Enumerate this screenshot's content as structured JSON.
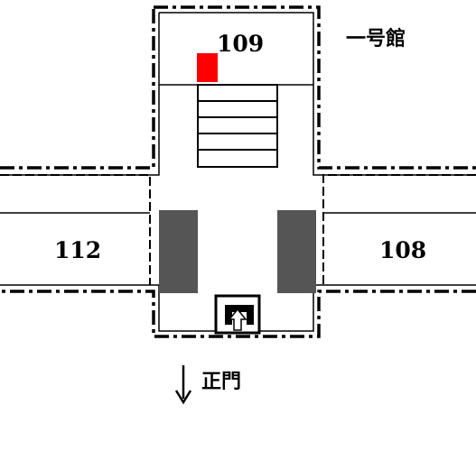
{
  "map": {
    "building_label": "一号館",
    "entrance_label": "正門",
    "rooms": {
      "r109": "109",
      "r112": "112",
      "r108": "108"
    },
    "colors": {
      "marker": "#ff0000",
      "pillar": "#555555",
      "line": "#000000"
    },
    "icons": {
      "arrow": "down-arrow-icon",
      "exit": "emergency-exit-icon",
      "marker": "location-marker-icon"
    }
  }
}
